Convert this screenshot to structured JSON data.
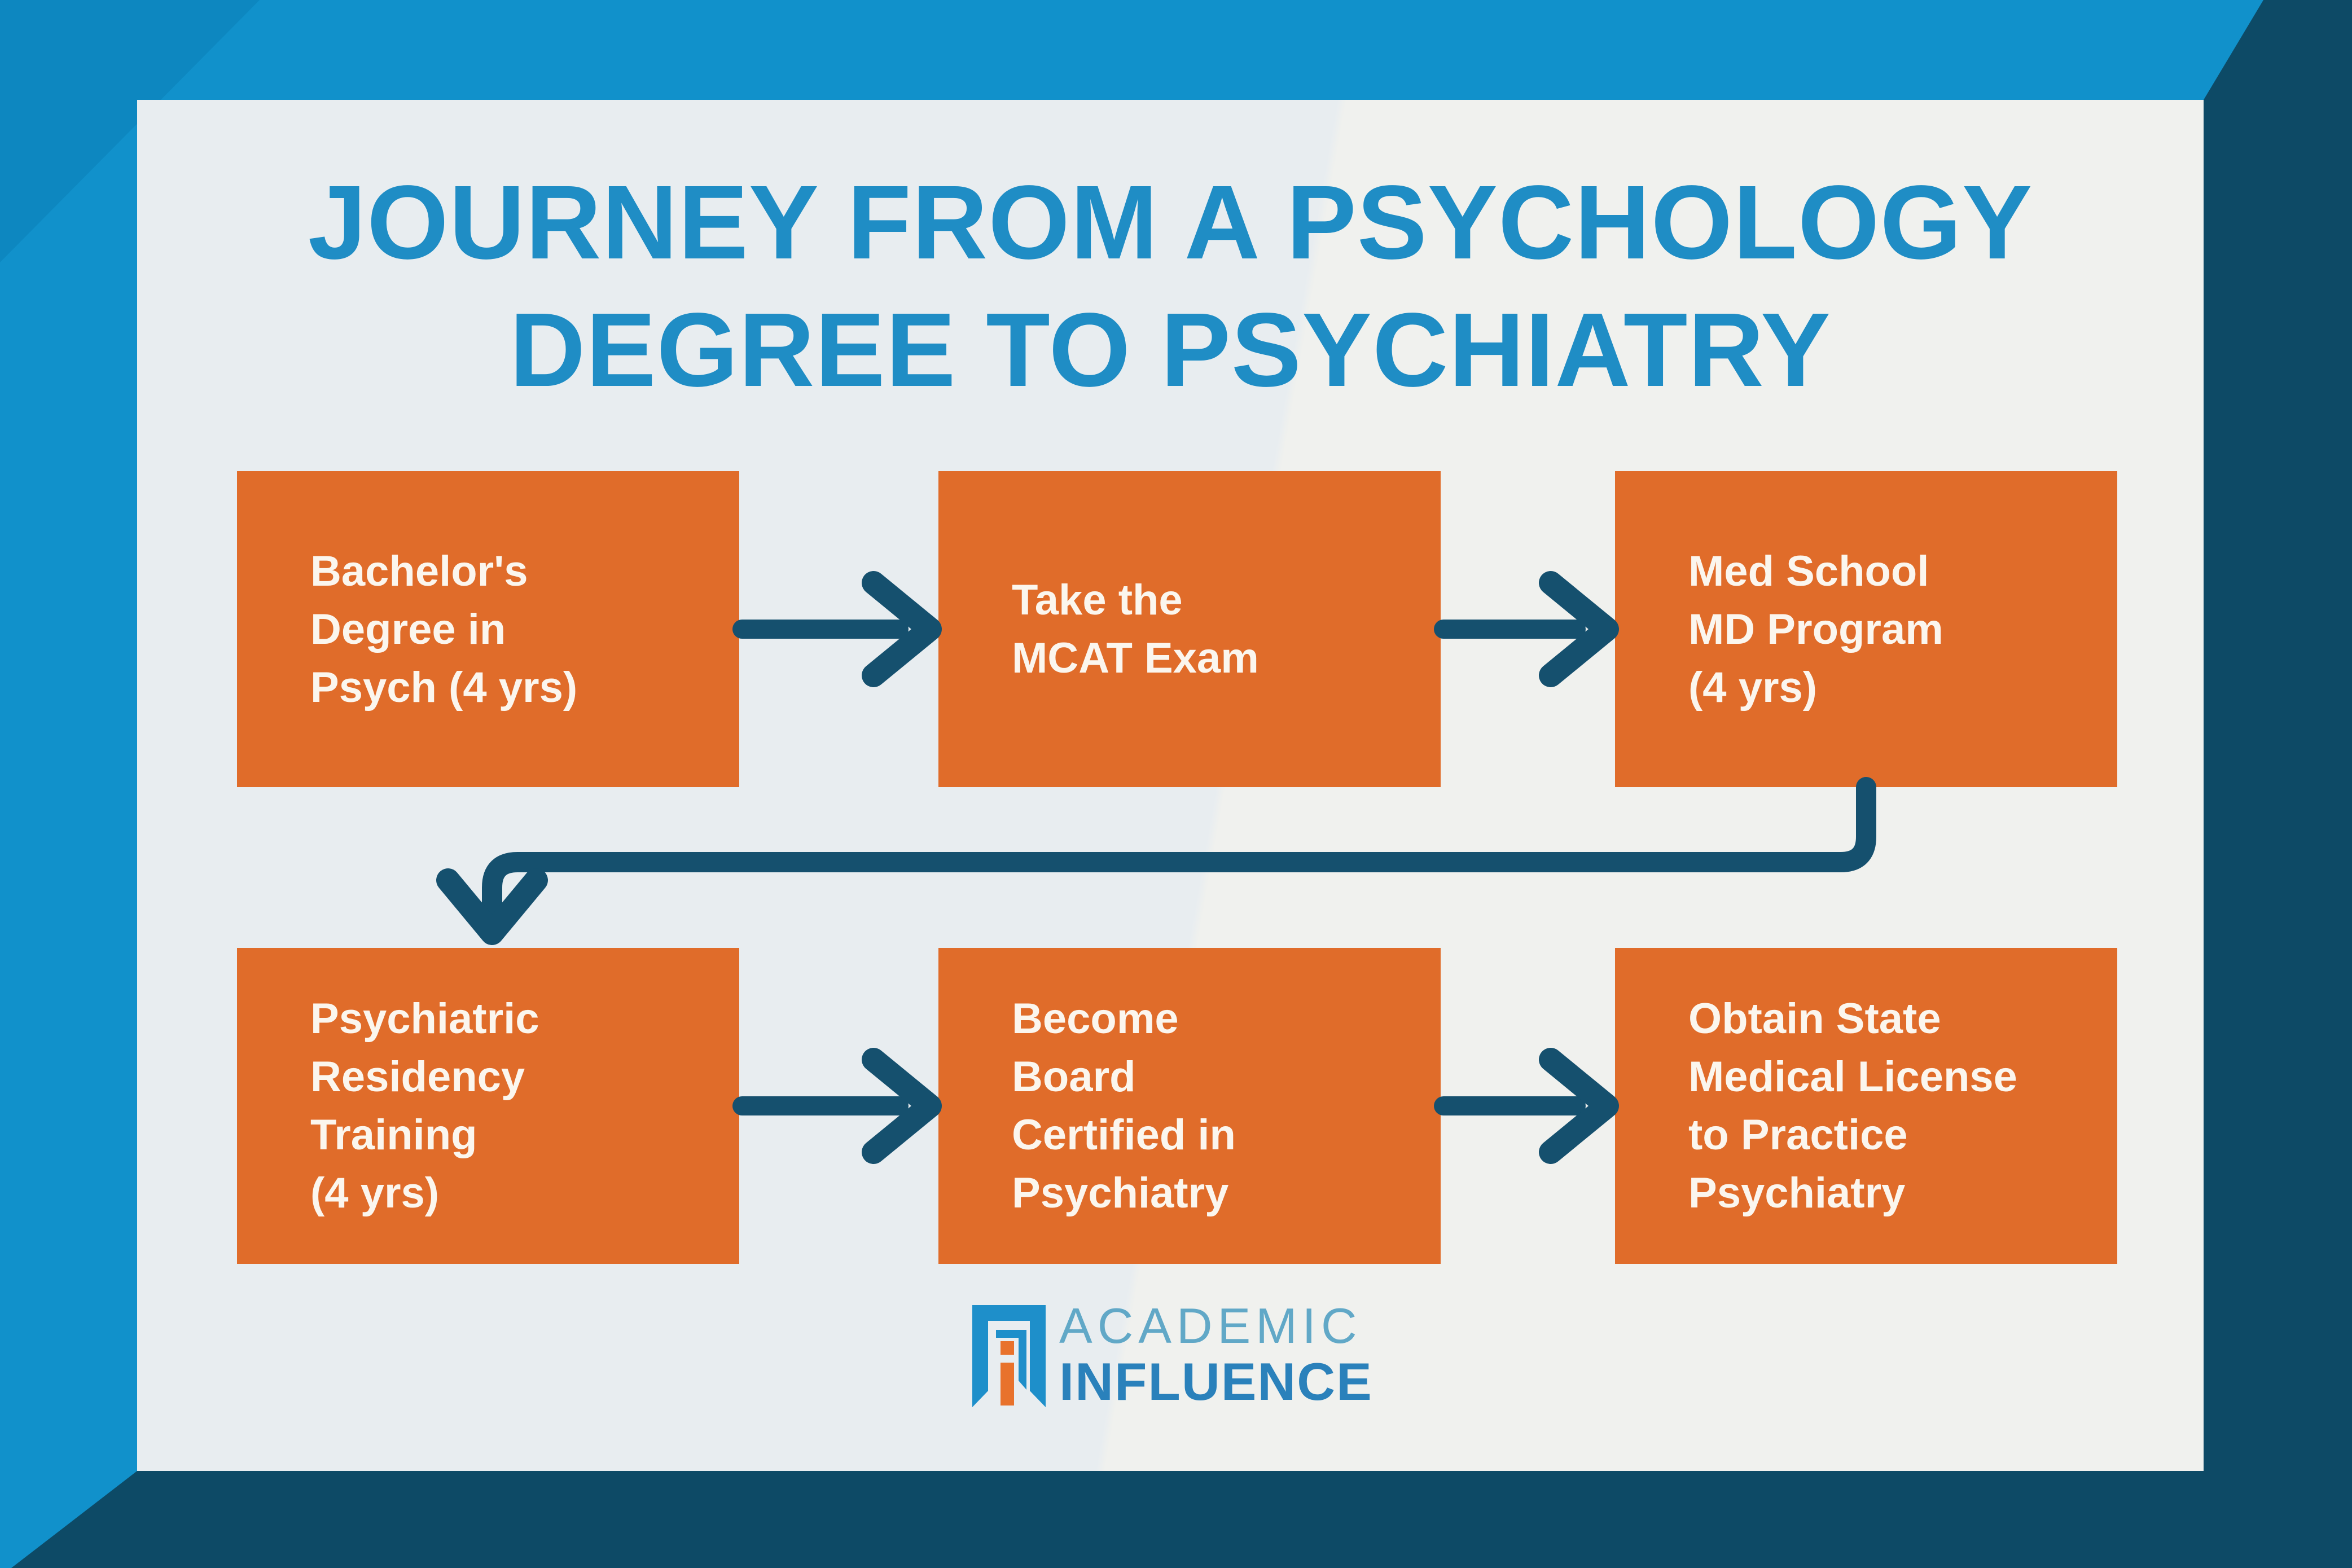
{
  "title": {
    "line1": "JOURNEY FROM A PSYCHOLOGY",
    "line2": "DEGREE TO PSYCHIATRY"
  },
  "flow": {
    "steps": [
      {
        "id": 1,
        "label": "Bachelor's\nDegree in\nPsych (4 yrs)"
      },
      {
        "id": 2,
        "label": "Take the\nMCAT Exam"
      },
      {
        "id": 3,
        "label": "Med School\nMD Program\n(4 yrs)"
      },
      {
        "id": 4,
        "label": "Psychiatric\nResidency\nTraining\n(4 yrs)"
      },
      {
        "id": 5,
        "label": "Become\nBoard\nCertified in\nPsychiatry"
      },
      {
        "id": 6,
        "label": "Obtain State\nMedical License\nto Practice\nPsychiatry"
      }
    ],
    "connections": [
      "step1-to-step2",
      "step2-to-step3",
      "step3-to-step4",
      "step4-to-step5",
      "step5-to-step6"
    ]
  },
  "logo": {
    "line1": "ACADEMIC",
    "line2": "INFLUENCE",
    "mark": "doorway-with-orange-i"
  },
  "colors": {
    "background_blue": "#1191cb",
    "corner_navy": "#0d4a66",
    "corner_blue_shade": "#0d87c0",
    "card_light": "#e9eef0",
    "step_orange": "#e06c2a",
    "step_text": "#fbf6ee",
    "title_blue": "#1f8dc5",
    "arrow_navy": "#15506e",
    "logo_academic_blue": "#61a8c7",
    "logo_influence_blue": "#2a81bb",
    "logo_mark_blue": "#1e8fca",
    "logo_mark_orange": "#e8722c"
  }
}
